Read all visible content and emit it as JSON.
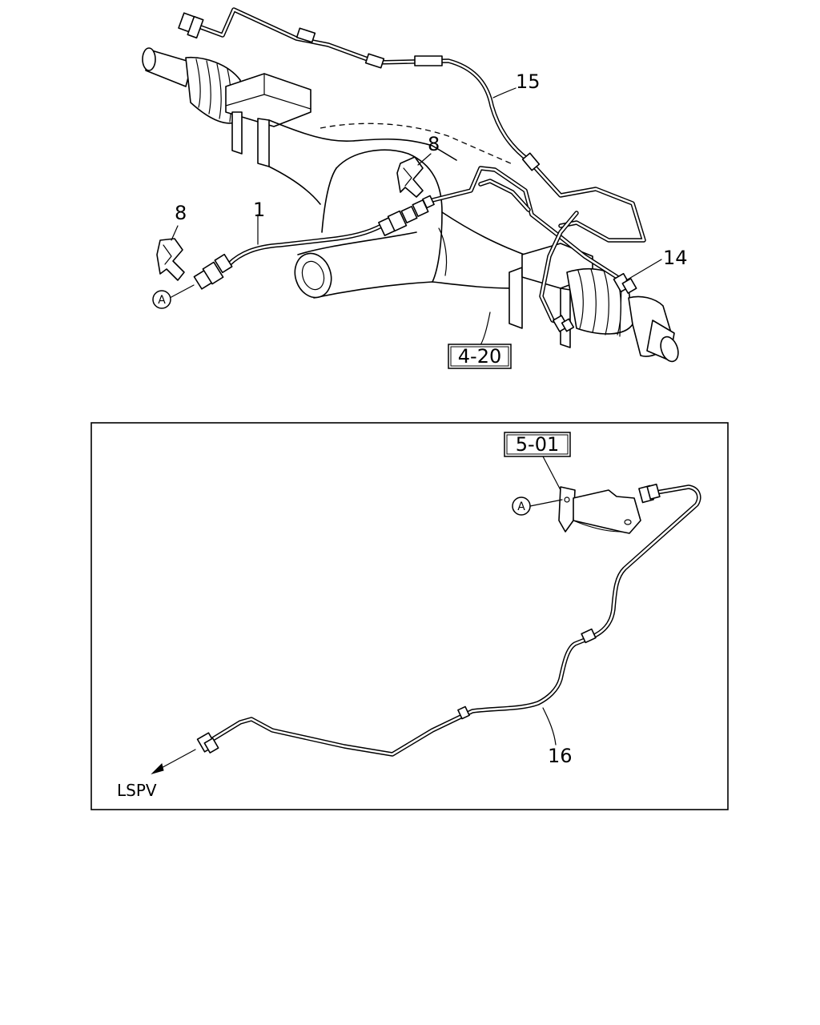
{
  "labels": {
    "part_1": "1",
    "part_8_left": "8",
    "part_8_right": "8",
    "part_14": "14",
    "part_15": "15",
    "part_16": "16",
    "ref_axle": "4-20",
    "ref_bracket": "5-01",
    "connection_top": "A",
    "connection_bottom": "A",
    "destination": "LSPV"
  }
}
